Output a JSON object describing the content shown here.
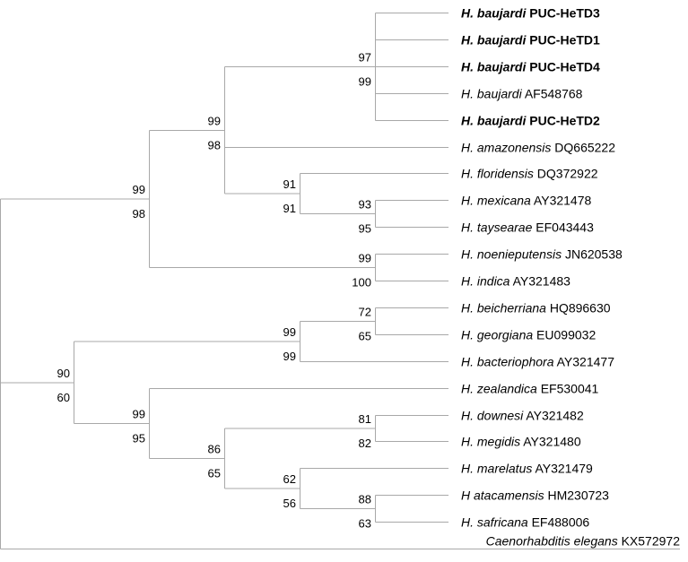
{
  "tree": {
    "line_color": "#a8a8a8",
    "text_color": "#000000",
    "taxa": [
      {
        "id": "t1",
        "genus": "H.",
        "species": "baujardi",
        "accession": "PUC-HeTD3",
        "bold": true,
        "italic_all": false
      },
      {
        "id": "t2",
        "genus": "H.",
        "species": "baujardi",
        "accession": "PUC-HeTD1",
        "bold": true,
        "italic_all": false
      },
      {
        "id": "t3",
        "genus": "H.",
        "species": "baujardi",
        "accession": "PUC-HeTD4",
        "bold": true,
        "italic_all": false
      },
      {
        "id": "t4",
        "genus": "H.",
        "species": "baujardi",
        "accession": "AF548768",
        "bold": false,
        "italic_all": false
      },
      {
        "id": "t5",
        "genus": "H.",
        "species": "baujardi",
        "accession": "PUC-HeTD2",
        "bold": true,
        "italic_all": false
      },
      {
        "id": "t6",
        "genus": "H.",
        "species": "amazonensis",
        "accession": "DQ665222",
        "bold": false,
        "italic_all": false
      },
      {
        "id": "t7",
        "genus": "H.",
        "species": "floridensis",
        "accession": "DQ372922",
        "bold": false,
        "italic_all": false
      },
      {
        "id": "t8",
        "genus": "H.",
        "species": "mexicana",
        "accession": "AY321478",
        "bold": false,
        "italic_all": false
      },
      {
        "id": "t9",
        "genus": "H.",
        "species": "taysearae",
        "accession": "EF043443",
        "bold": false,
        "italic_all": false
      },
      {
        "id": "t10",
        "genus": "H.",
        "species": "noenieputensis",
        "accession": "JN620538",
        "bold": false,
        "italic_all": false
      },
      {
        "id": "t11",
        "genus": "H.",
        "species": "indica",
        "accession": "AY321483",
        "bold": false,
        "italic_all": false
      },
      {
        "id": "t12",
        "genus": "H.",
        "species": "beicherriana",
        "accession": "HQ896630",
        "bold": false,
        "italic_all": false
      },
      {
        "id": "t13",
        "genus": "H.",
        "species": "georgiana",
        "accession": "EU099032",
        "bold": false,
        "italic_all": false
      },
      {
        "id": "t14",
        "genus": "H.",
        "species": "bacteriophora",
        "accession": "AY321477",
        "bold": false,
        "italic_all": false
      },
      {
        "id": "t15",
        "genus": "H.",
        "species": "zealandica",
        "accession": "EF530041",
        "bold": false,
        "italic_all": false
      },
      {
        "id": "t16",
        "genus": "H.",
        "species": "downesi",
        "accession": "AY321482",
        "bold": false,
        "italic_all": false
      },
      {
        "id": "t17",
        "genus": "H.",
        "species": "megidis",
        "accession": "AY321480",
        "bold": false,
        "italic_all": false
      },
      {
        "id": "t18",
        "genus": "H.",
        "species": "marelatus",
        "accession": "AY321479",
        "bold": false,
        "italic_all": false
      },
      {
        "id": "t19",
        "genus": "H",
        "species": "atacamensis",
        "accession": "HM230723",
        "bold": false,
        "italic_all": false
      },
      {
        "id": "t20",
        "genus": "H.",
        "species": "safricana",
        "accession": "EF488006",
        "bold": false,
        "italic_all": false
      },
      {
        "id": "t21",
        "genus": "Caenorhabditis",
        "species": "elegans",
        "accession": "KX572972",
        "bold": false,
        "italic_all": false
      }
    ],
    "nodes": [
      {
        "id": "n_bauj",
        "children": [
          "t1",
          "t2",
          "t3",
          "t4",
          "t5"
        ],
        "support": [
          "97",
          "99"
        ]
      },
      {
        "id": "n_mex_tay",
        "children": [
          "t8",
          "t9"
        ],
        "support": [
          "93",
          "95"
        ]
      },
      {
        "id": "n_flor",
        "children": [
          "t7",
          "n_mex_tay"
        ],
        "support": [
          "91",
          "91"
        ]
      },
      {
        "id": "n_bauj_grp",
        "children": [
          "n_bauj",
          "t6",
          "n_flor"
        ],
        "support": [
          "99",
          "98"
        ]
      },
      {
        "id": "n_noe_ind",
        "children": [
          "t10",
          "t11"
        ],
        "support": [
          "99",
          "100"
        ]
      },
      {
        "id": "n_clade1",
        "children": [
          "n_bauj_grp",
          "n_noe_ind"
        ],
        "support": [
          "99",
          "98"
        ]
      },
      {
        "id": "n_bei_geo",
        "children": [
          "t12",
          "t13"
        ],
        "support": [
          "72",
          "65"
        ]
      },
      {
        "id": "n_bact",
        "children": [
          "n_bei_geo",
          "t14"
        ],
        "support": [
          "99",
          "99"
        ]
      },
      {
        "id": "n_dow_meg",
        "children": [
          "t16",
          "t17"
        ],
        "support": [
          "81",
          "82"
        ]
      },
      {
        "id": "n_ata_saf",
        "children": [
          "t19",
          "t20"
        ],
        "support": [
          "88",
          "63"
        ]
      },
      {
        "id": "n_mar",
        "children": [
          "t18",
          "n_ata_saf"
        ],
        "support": [
          "62",
          "56"
        ]
      },
      {
        "id": "n_meg_mar",
        "children": [
          "n_dow_meg",
          "n_mar"
        ],
        "support": [
          "86",
          "65"
        ]
      },
      {
        "id": "n_zea",
        "children": [
          "t15",
          "n_meg_mar"
        ],
        "support": [
          "99",
          "95"
        ]
      },
      {
        "id": "n_clade2",
        "children": [
          "n_bact",
          "n_zea"
        ],
        "support": [
          "90",
          "60"
        ]
      },
      {
        "id": "n_root",
        "children": [
          "n_clade1",
          "n_clade2",
          "t21"
        ],
        "support": []
      }
    ]
  }
}
